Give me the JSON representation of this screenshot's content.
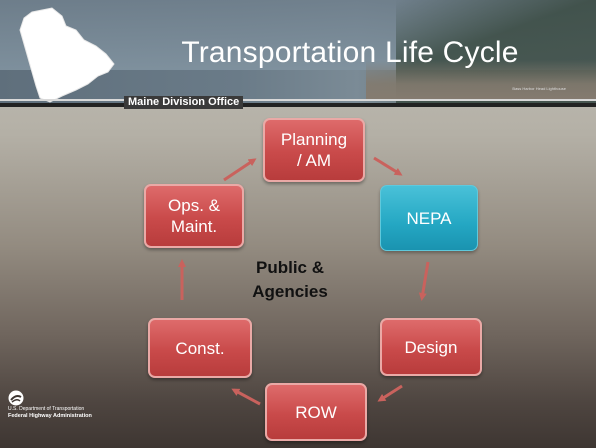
{
  "slide": {
    "title": "Transportation Life Cycle",
    "office": "Maine Division Office",
    "credit": "Bass Harbor Head Lighthouse"
  },
  "diagram": {
    "center": [
      "Public &",
      "Agencies"
    ],
    "nodes": {
      "planning": [
        "Planning",
        "/ AM"
      ],
      "nepa": "NEPA",
      "design": "Design",
      "row": "ROW",
      "const": "Const.",
      "ops": [
        "Ops. &",
        "Maint."
      ]
    },
    "colors": {
      "box_red": "#c94a4a",
      "box_blue": "#24a7c3",
      "arrow": "#c9625d"
    }
  },
  "footer": {
    "line1": "U.S. Department of Transportation",
    "line2": "Federal Highway Administration"
  }
}
